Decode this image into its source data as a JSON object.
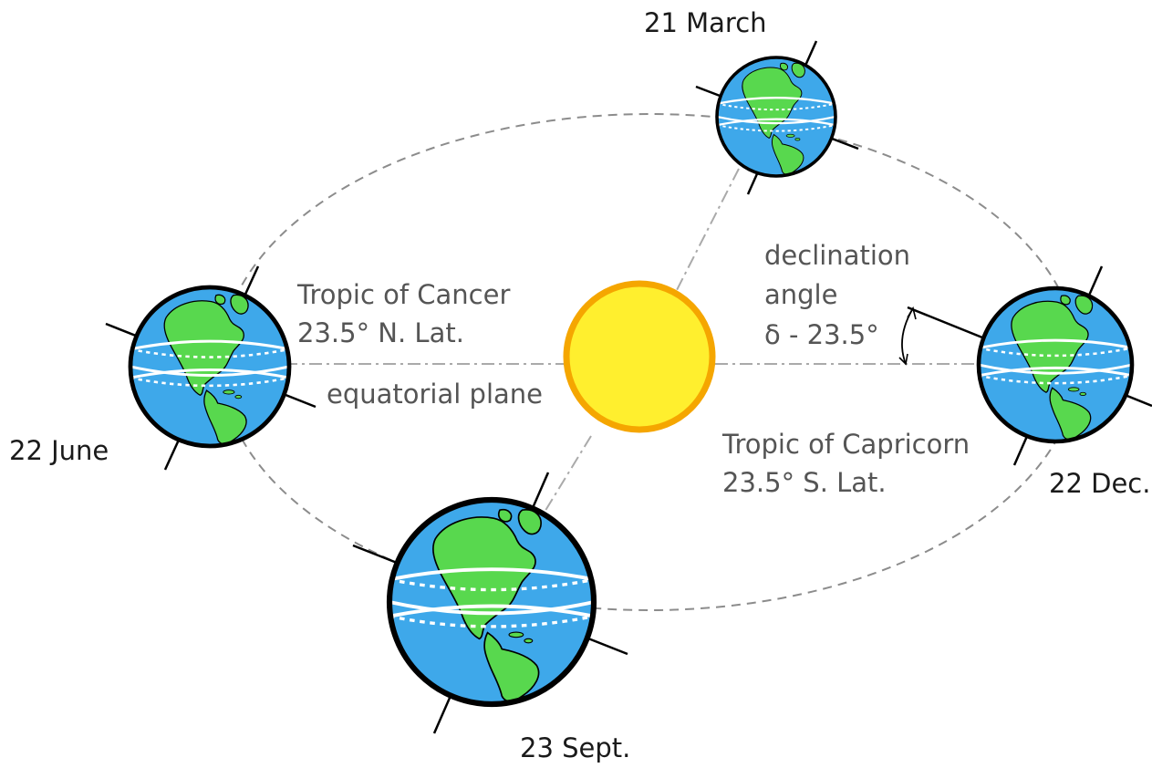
{
  "labels": {
    "march": "21 March",
    "june": "22 June",
    "sept": "23 Sept.",
    "dec": "22 Dec.",
    "cancer_title": "Tropic of Cancer",
    "cancer_lat": "23.5° N. Lat.",
    "equatorial": "equatorial plane",
    "declination_1": "declination",
    "declination_2": "angle",
    "declination_3": "δ - 23.5°",
    "capricorn_title": "Tropic of Capricorn",
    "capricorn_lat": "23.5° S. Lat."
  },
  "colors": {
    "sun_fill": "#ffef2e",
    "sun_stroke": "#f5a600",
    "ocean": "#3ea8ea",
    "land": "#58d84e",
    "globe_outline": "#000000",
    "orbit": "#8c8c8c",
    "axis_line": "#000000"
  }
}
